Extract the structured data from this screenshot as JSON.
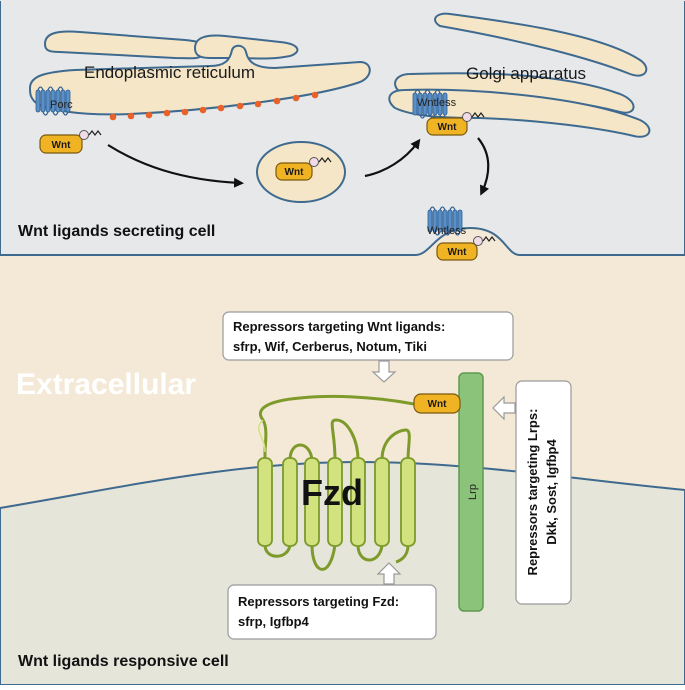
{
  "labels": {
    "endoplasmic_reticulum": "Endoplasmic reticulum",
    "golgi_apparatus": "Golgi apparatus",
    "porc": "Porc",
    "wntless_golgi": "Wntless",
    "wntless_membrane": "Wntless",
    "secreting_cell": "Wnt ligands secreting cell",
    "extracellular": "Extracellular",
    "fzd": "Fzd",
    "lrp": "Lrp",
    "responsive_cell": "Wnt ligands responsive cell"
  },
  "wnt_label": "Wnt",
  "callouts": {
    "wnt_repressors": {
      "line1": "Repressors targeting Wnt ligands:",
      "line2": "sfrp, Wif, Cerberus, Notum, Tiki"
    },
    "lrp_repressors": {
      "line1": "Repressors  targeting Lrps:",
      "line2": "Dkk, Sost, Igfbp4"
    },
    "fzd_repressors": {
      "line1": "Repressors targeting Fzd:",
      "line2": "sfrp, Igfbp4"
    }
  },
  "colors": {
    "cell_top": "#e6e8e9",
    "extracellular": "#f4e9d6",
    "cell_bottom": "#e5e5d9",
    "organelle_fill": "#f6e6c8",
    "organelle_stroke": "#3f6a8f",
    "wnt_fill": "#f0b323",
    "fzd_fill": "#d2e27e",
    "fzd_stroke": "#7d9a2b",
    "lrp_fill": "#8cc37a",
    "receptor_blue": "#4a7fb8",
    "dot_orange": "#e8622a"
  }
}
